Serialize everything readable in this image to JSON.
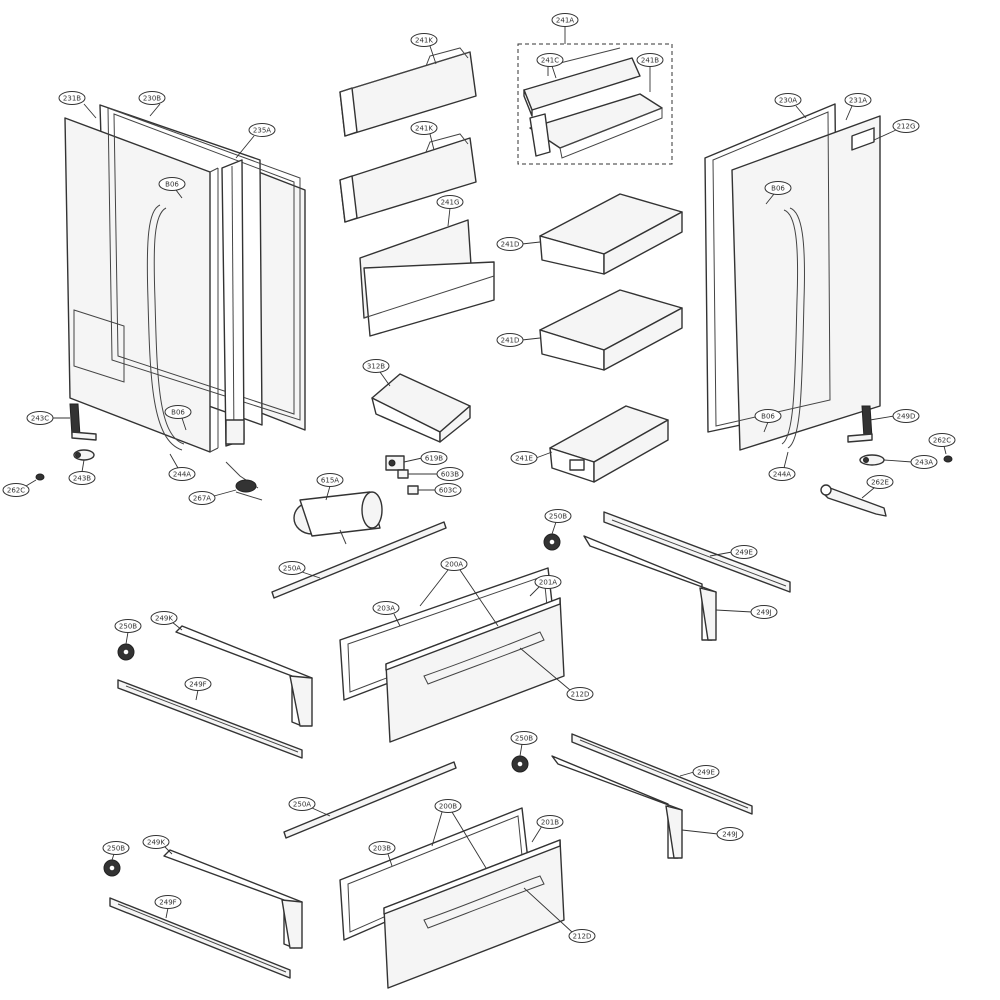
{
  "diagram": {
    "callouts": {
      "c231B": "231B",
      "c230B": "230B",
      "c235A": "235A",
      "c241K_a": "241K",
      "c241K_b": "241K",
      "c241A": "241A",
      "c241C": "241C",
      "c241B": "241B",
      "c230A": "230A",
      "c231A": "231A",
      "c212G": "212G",
      "c806_a": "B06",
      "c806_b": "B06",
      "c806_c": "B06",
      "c806_d": "B06",
      "c241G": "241G",
      "c241D_a": "241D",
      "c241D_b": "241D",
      "c312B": "312B",
      "c241E": "241E",
      "c243C": "243C",
      "c243B": "243B",
      "c262C_a": "262C",
      "c262C_b": "262C",
      "c244A_a": "244A",
      "c244A_b": "244A",
      "c267A": "267A",
      "c619B": "619B",
      "c603B": "603B",
      "c603C": "603C",
      "c615A": "615A",
      "c249D": "249D",
      "c243A": "243A",
      "c262E": "262E",
      "c250B_a": "250B",
      "c250B_b": "250B",
      "c250B_c": "250B",
      "c250B_d": "250B",
      "c249E_a": "249E",
      "c249E_b": "249E",
      "c249J_a": "249J",
      "c249J_b": "249J",
      "c250A_a": "250A",
      "c250A_b": "250A",
      "c200A": "200A",
      "c201A": "201A",
      "c203A": "203A",
      "c212D_a": "212D",
      "c212D_b": "212D",
      "c249K_a": "249K",
      "c249K_b": "249K",
      "c249F_a": "249F",
      "c249F_b": "249F",
      "c200B": "200B",
      "c201B": "201B",
      "c203B": "203B"
    }
  }
}
